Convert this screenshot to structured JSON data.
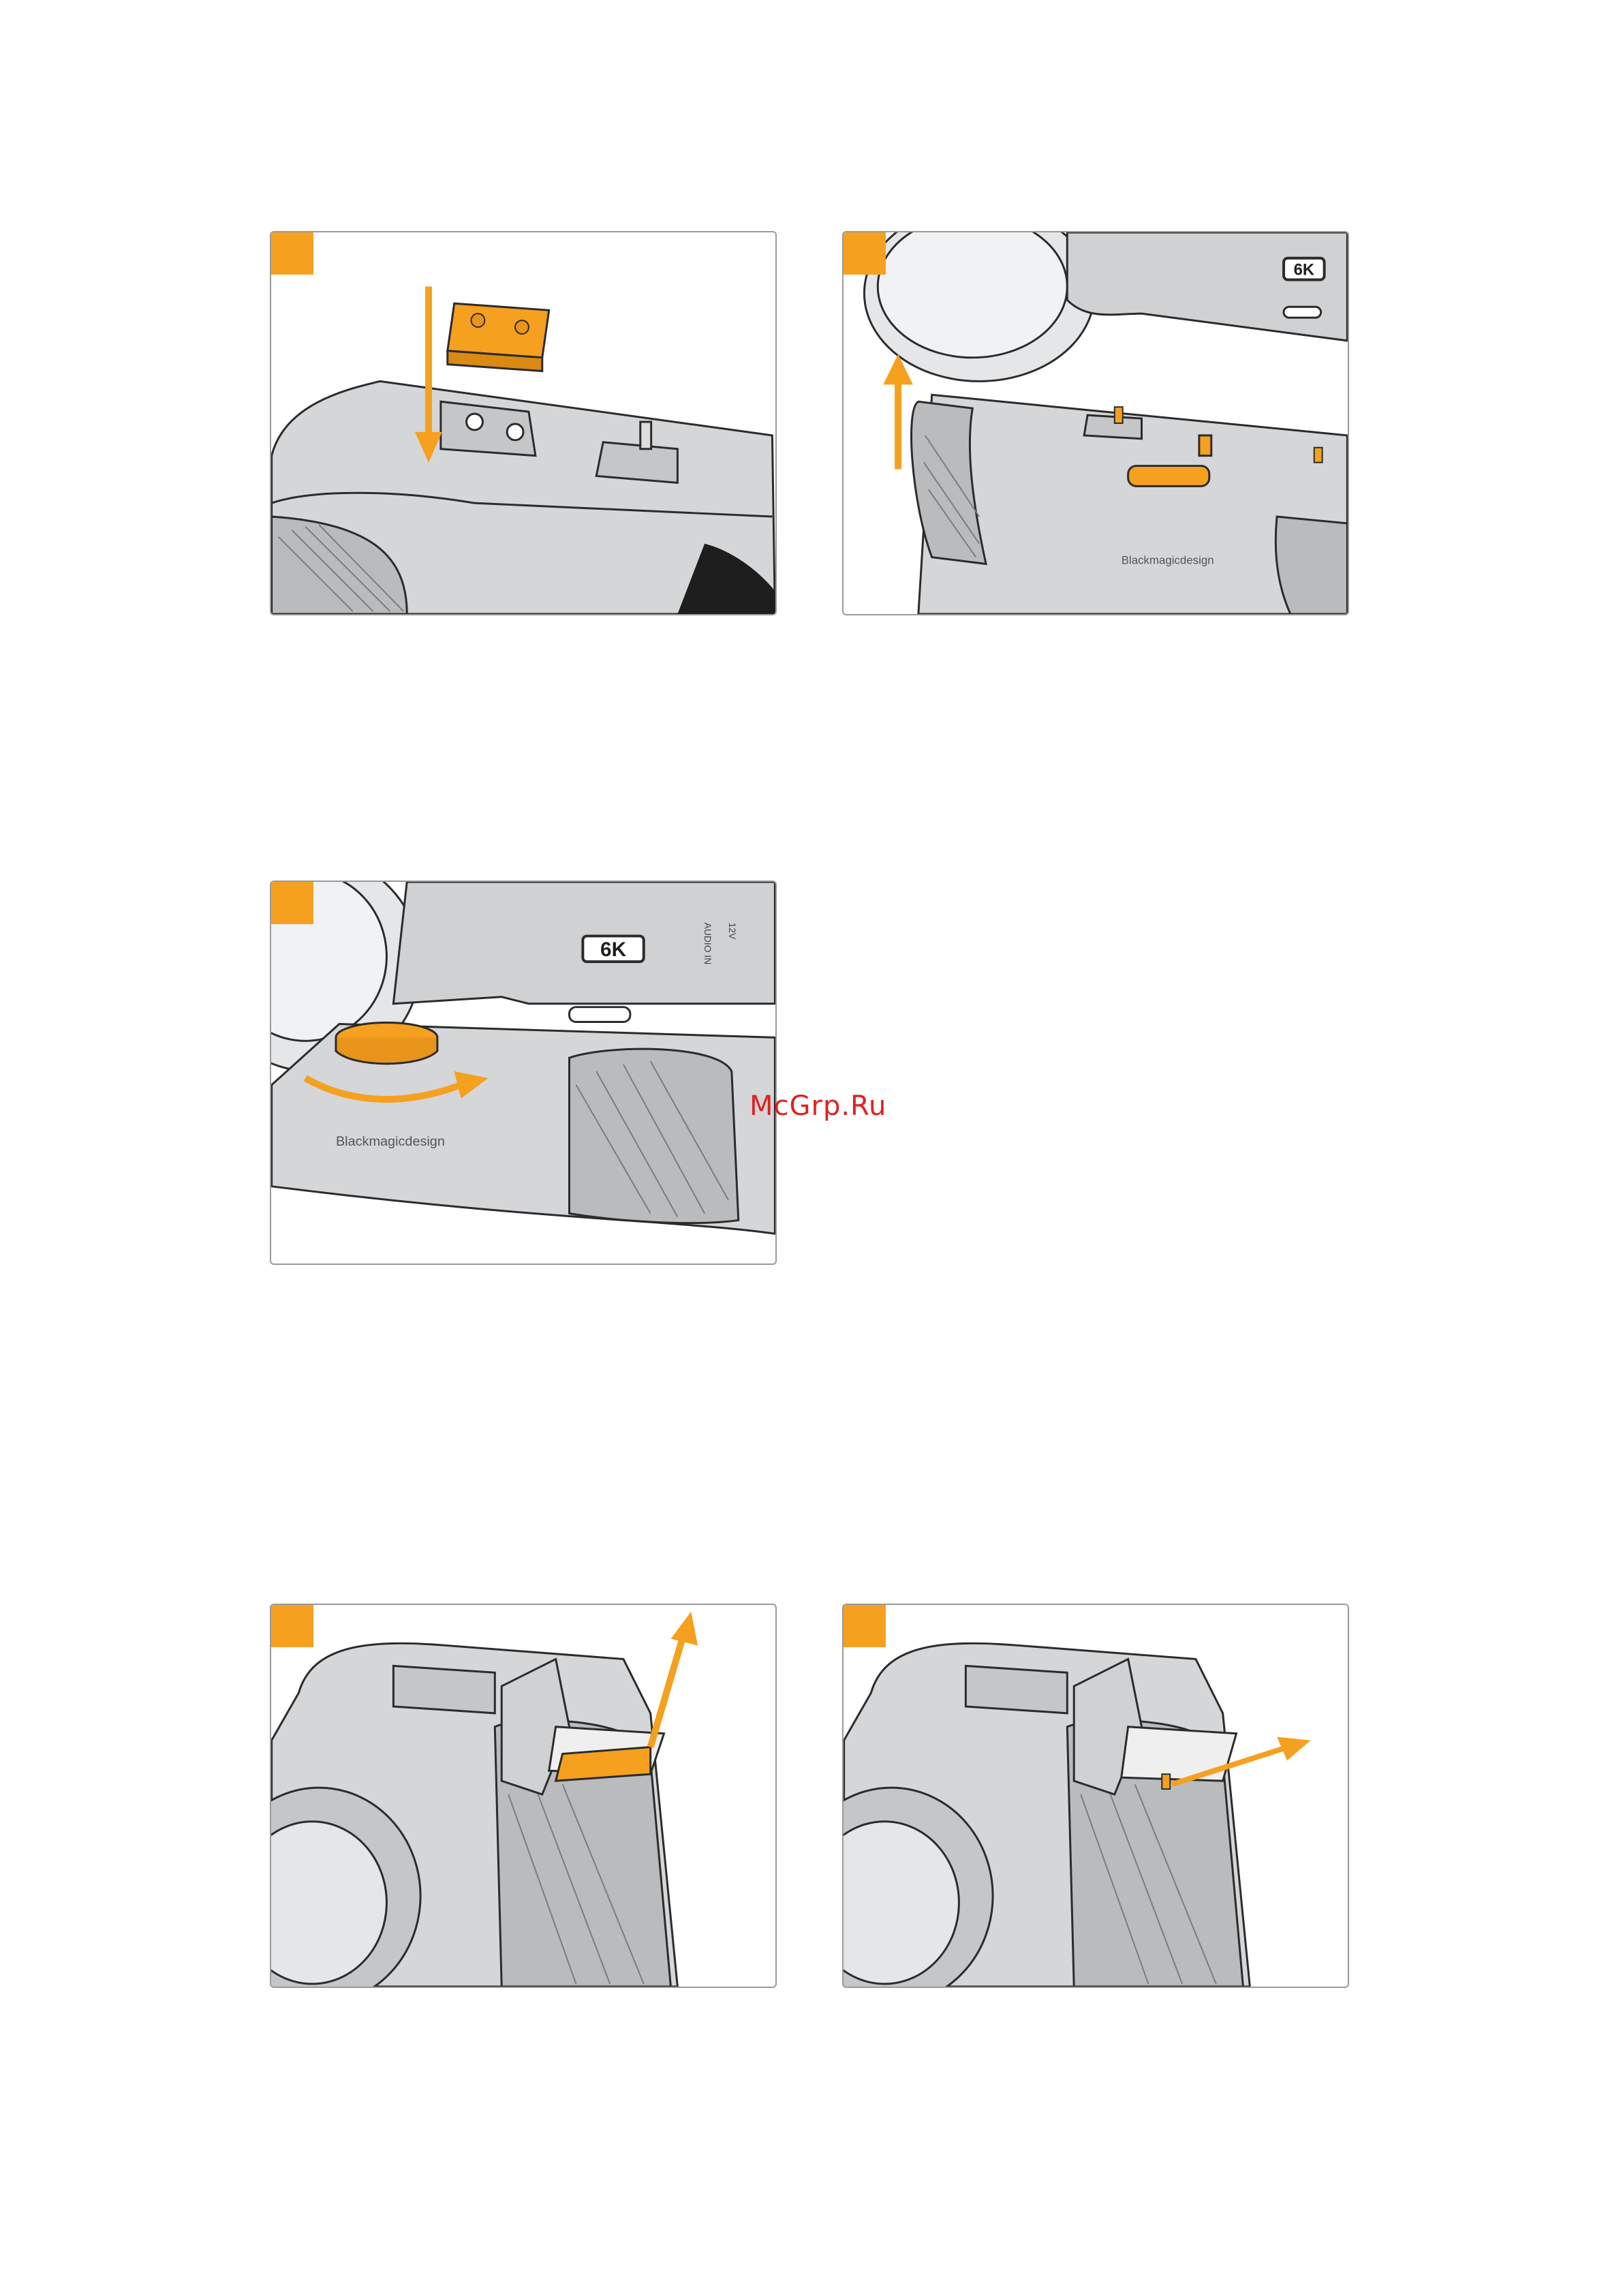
{
  "figures": [
    {
      "id": "step-1",
      "icon": "step-marker-icon",
      "brand_text": ""
    },
    {
      "id": "step-2",
      "icon": "step-marker-icon",
      "model_badge": "6K",
      "brand_text": "Blackmagicdesign"
    },
    {
      "id": "step-3",
      "icon": "step-marker-icon",
      "model_badge": "6K",
      "brand_text": "Blackmagicdesign",
      "port_labels": [
        "AUDIO IN",
        "12V"
      ]
    },
    {
      "id": "step-4",
      "icon": "step-marker-icon"
    },
    {
      "id": "step-5",
      "icon": "step-marker-icon"
    }
  ],
  "watermark": "McGrp.Ru",
  "colors": {
    "accent": "#f6a01f",
    "line": "#2b2b2b",
    "body": "#cfd1d3",
    "shadow": "#a9abad"
  }
}
